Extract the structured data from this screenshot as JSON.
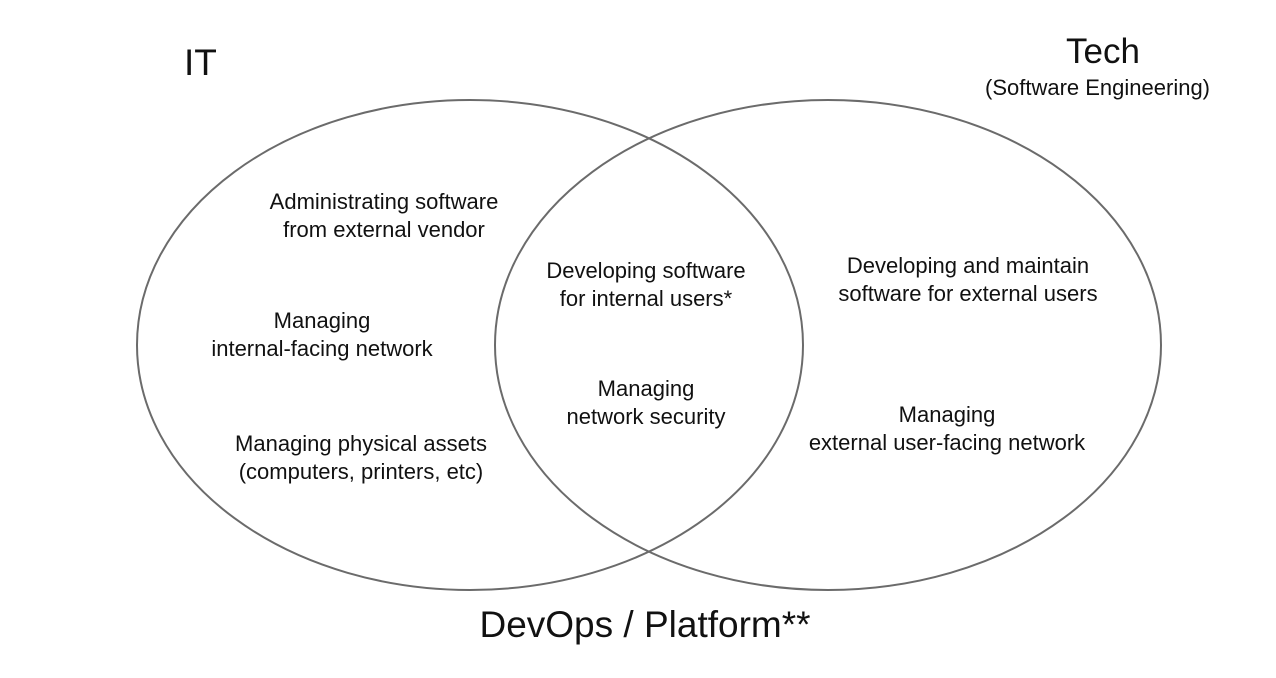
{
  "titles": {
    "it": "IT",
    "tech": "Tech",
    "tech_subtitle": "(Software Engineering)",
    "bottom": "DevOps / Platform**"
  },
  "regions": {
    "it_only": [
      {
        "lines": [
          "Administrating software",
          "from external vendor"
        ]
      },
      {
        "lines": [
          "Managing",
          "internal-facing network"
        ]
      },
      {
        "lines": [
          "Managing physical assets",
          "(computers, printers, etc)"
        ]
      }
    ],
    "overlap": [
      {
        "lines": [
          "Developing software",
          "for internal users*"
        ]
      },
      {
        "lines": [
          "Managing",
          "network security"
        ]
      }
    ],
    "tech_only": [
      {
        "lines": [
          "Developing and maintain",
          "software for external users"
        ]
      },
      {
        "lines": [
          "Managing",
          "external user-facing network"
        ]
      }
    ]
  },
  "colors": {
    "circle_stroke": "#6b6b6b",
    "text": "#111111",
    "background": "#ffffff"
  }
}
